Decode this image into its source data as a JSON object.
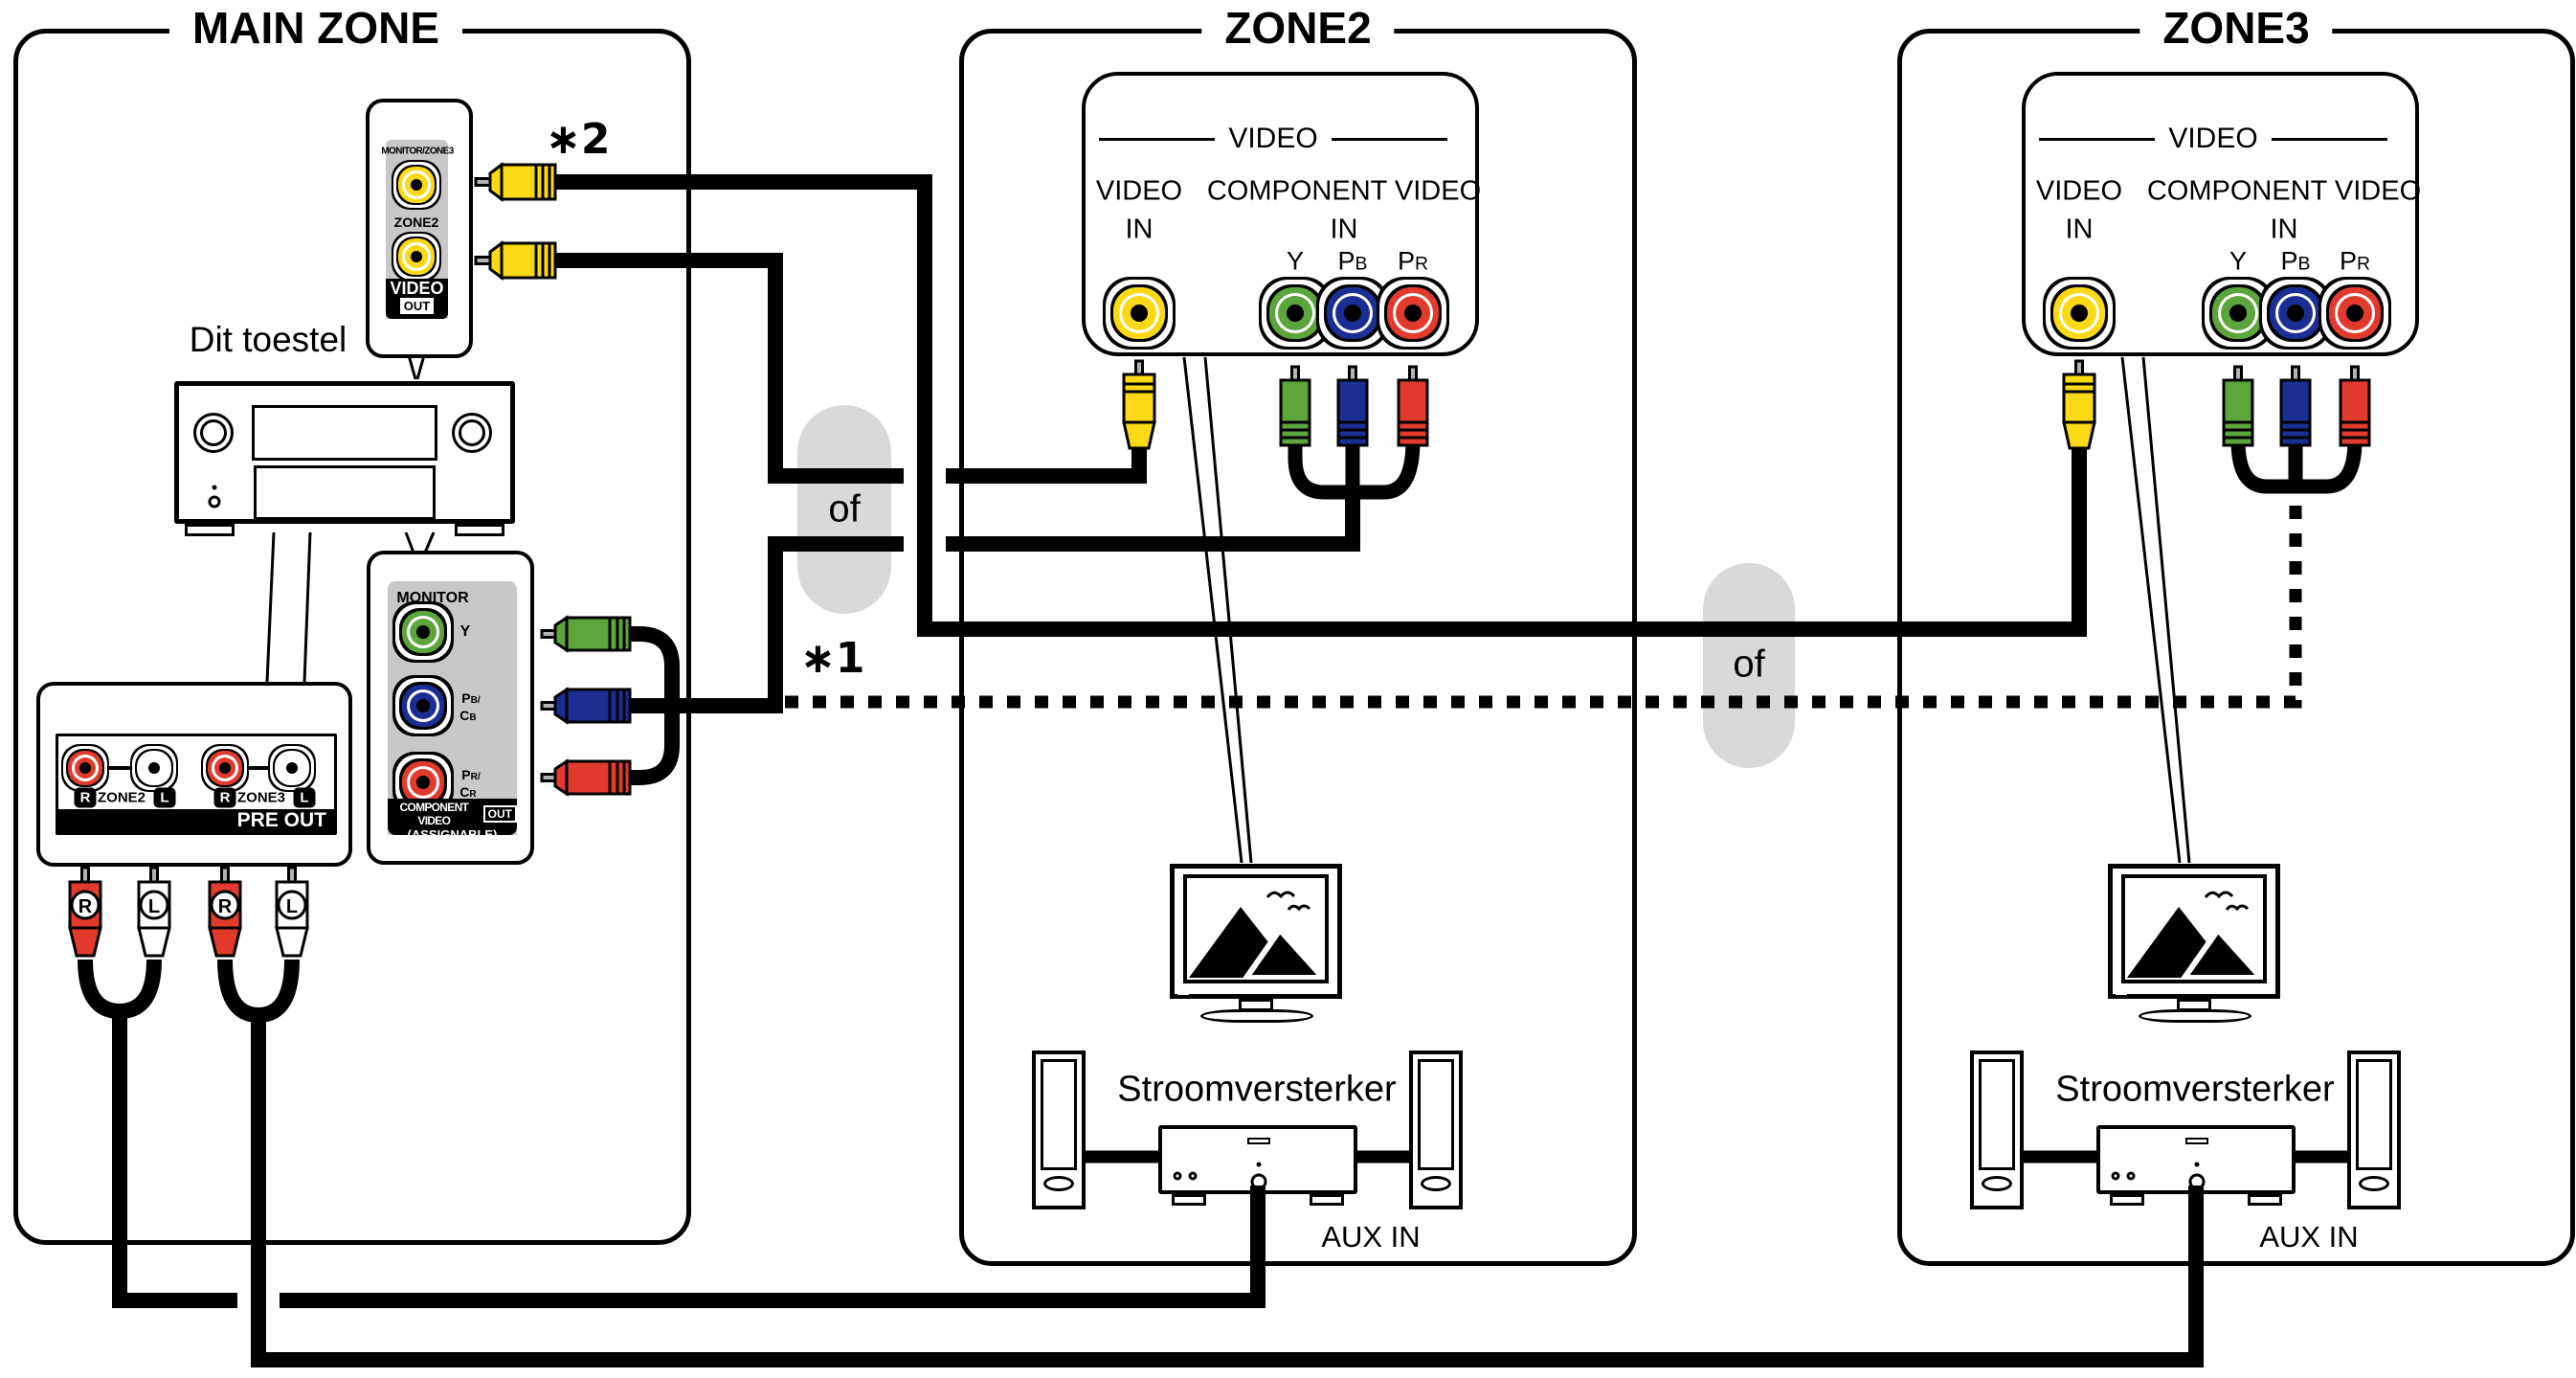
{
  "colors": {
    "yellow": "#fbd914",
    "green": "#5ca43c",
    "blue": "#1b2e93",
    "red": "#e23b2e",
    "panel_gray": "#c8c8c8",
    "pill_gray": "#d9d9d9",
    "cable": "#000000"
  },
  "main_zone": {
    "title": "MAIN ZONE",
    "device_label": "Dit toestel",
    "video_out_panel": {
      "top_jack_label": "MONITOR/ZONE3",
      "bottom_jack_label": "ZONE2",
      "footer": "VIDEO",
      "footer_out": "OUT"
    },
    "component_out_panel": {
      "header": "MONITOR",
      "y": "Y",
      "pb_p": "P",
      "pb_b": "B/",
      "cb_c": "C",
      "cb_b": "B",
      "pr_p": "P",
      "pr_r": "R/",
      "cr_c": "C",
      "cr_r": "R",
      "footer": "COMPONENT VIDEO",
      "footer_out": "OUT",
      "footer_sub": "(ASSIGNABLE)"
    },
    "pre_out_panel": {
      "zone2": "ZONE2",
      "zone3": "ZONE3",
      "right": "R",
      "left": "L",
      "bar": "PRE OUT"
    },
    "plug_right": "R",
    "plug_left": "L"
  },
  "annotations": {
    "star1": "∗1",
    "star2": "∗2",
    "or_zone2": "of",
    "or_zone3": "of"
  },
  "zone2": {
    "title": "ZONE2",
    "video_panel": {
      "header": "VIDEO",
      "video": "VIDEO",
      "video_in": "IN",
      "component": "COMPONENT VIDEO",
      "component_in": "IN",
      "y": "Y",
      "pb_p": "P",
      "pb_b": "B",
      "pr_p": "P",
      "pr_r": "R"
    },
    "amp_label": "Stroomversterker",
    "aux_in": "AUX IN"
  },
  "zone3": {
    "title": "ZONE3",
    "video_panel": {
      "header": "VIDEO",
      "video": "VIDEO",
      "video_in": "IN",
      "component": "COMPONENT VIDEO",
      "component_in": "IN",
      "y": "Y",
      "pb_p": "P",
      "pb_b": "B",
      "pr_p": "P",
      "pr_r": "R"
    },
    "amp_label": "Stroomversterker",
    "aux_in": "AUX IN"
  }
}
